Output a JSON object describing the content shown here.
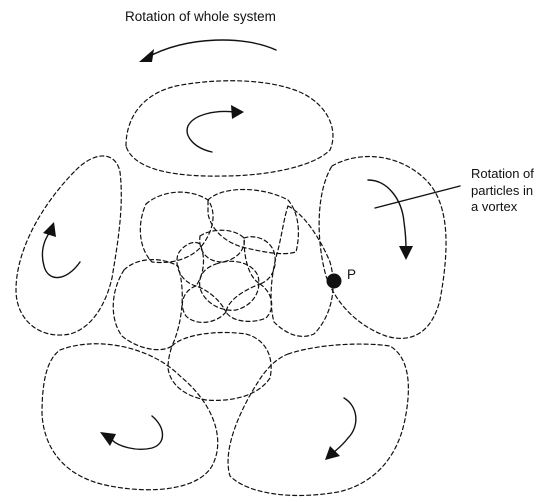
{
  "labels": {
    "system_rotation": "Rotation of whole system",
    "vortex_rotation": [
      "Rotation of",
      "particles in",
      "a vortex"
    ],
    "point": "P"
  },
  "colors": {
    "ink": "#111111",
    "background": "#ffffff"
  }
}
